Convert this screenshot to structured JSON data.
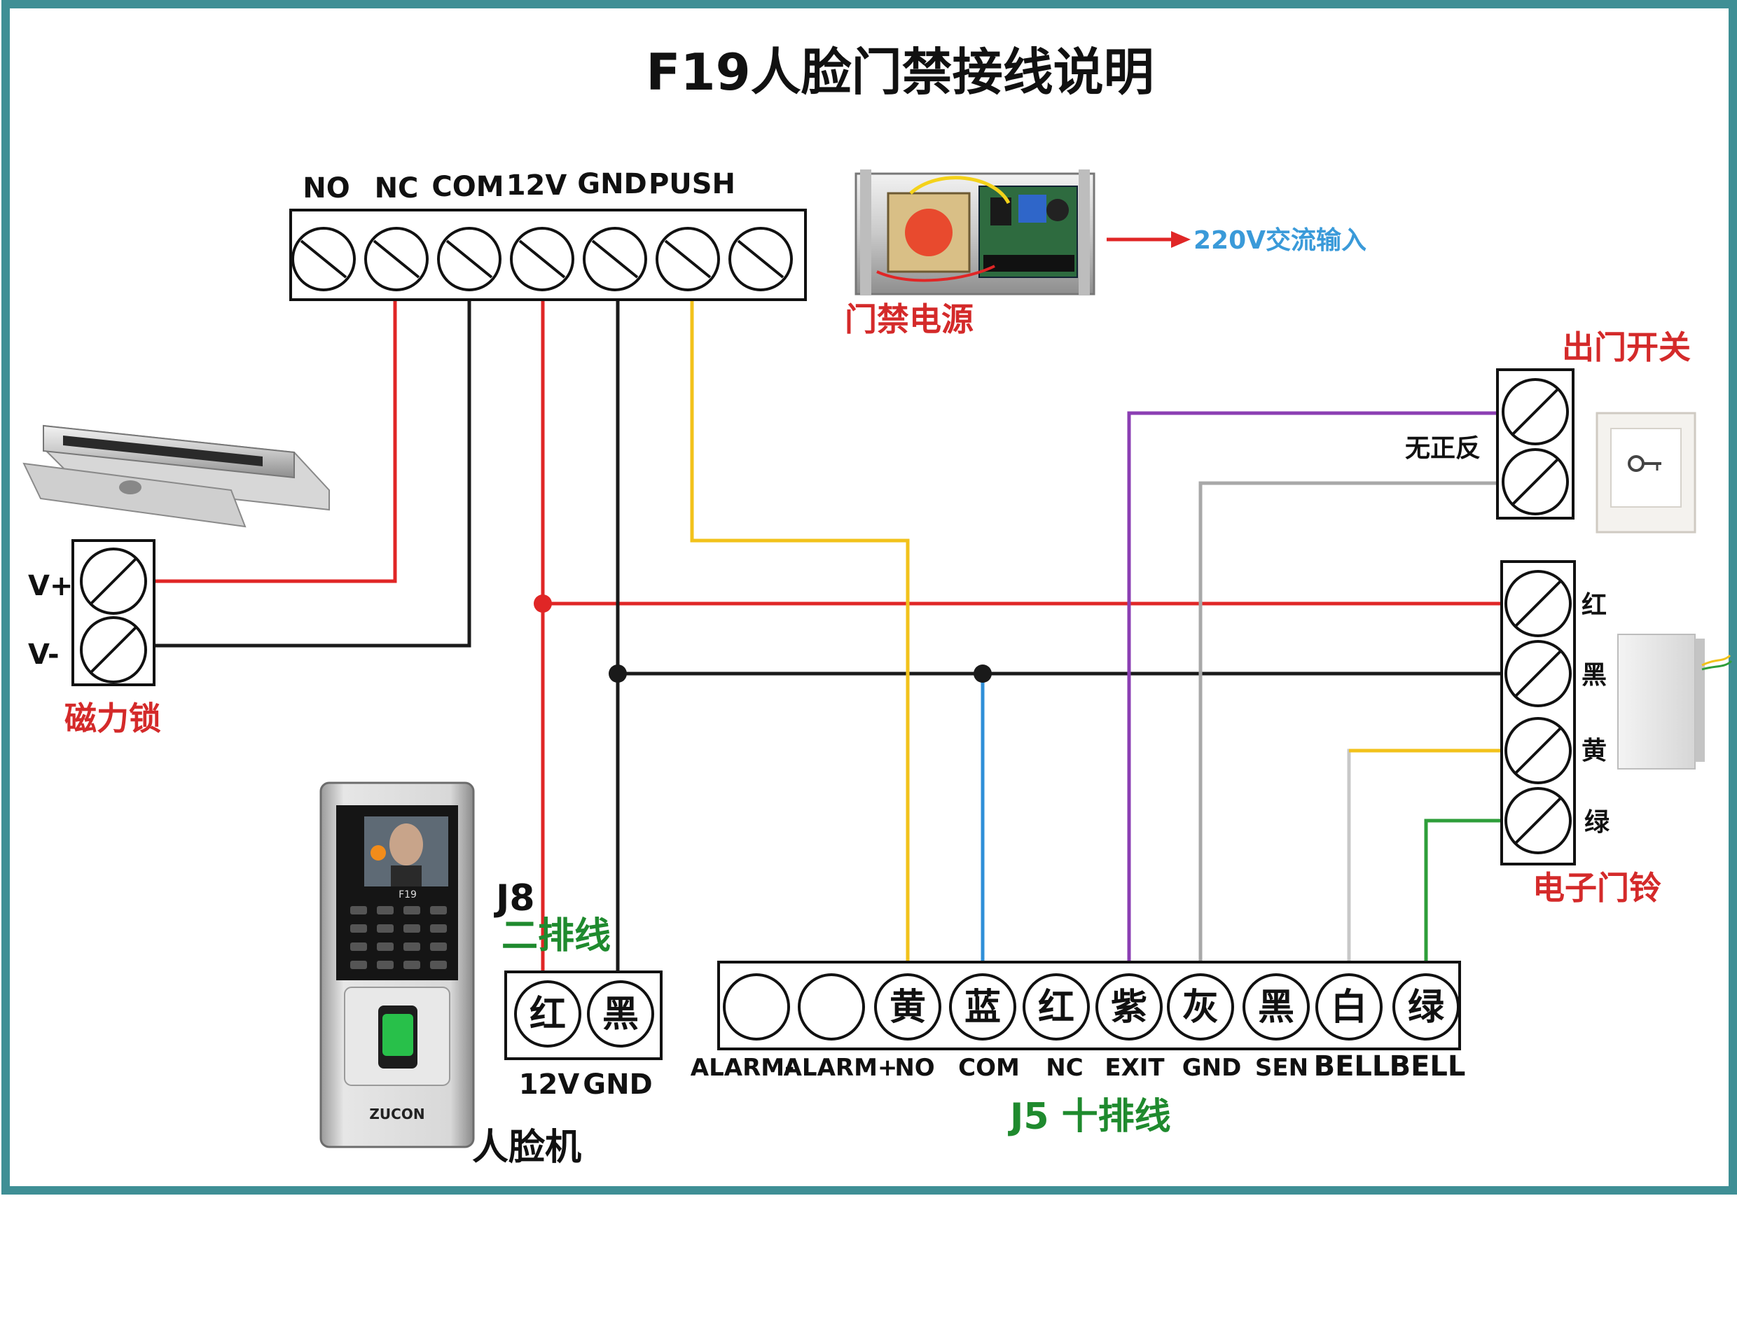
{
  "title": "F19人脸门禁接线说明",
  "power_supply": {
    "terminals": [
      "NO",
      "NC",
      "COM",
      "12V",
      "GND",
      "PUSH"
    ],
    "caption": "门禁电源",
    "input_label": "220V交流输入"
  },
  "mag_lock": {
    "caption": "磁力锁",
    "terminals": [
      "V+",
      "V-"
    ]
  },
  "exit_switch": {
    "caption": "出门开关",
    "side_label": "无正反"
  },
  "doorbell": {
    "caption": "电子门铃",
    "wires": [
      "红",
      "黑",
      "黄",
      "绿"
    ]
  },
  "face_device": {
    "caption": "人脸机",
    "screen_label": "F19",
    "brand": "ZUCON"
  },
  "j8": {
    "title": "J8",
    "subtitle": "二排线",
    "wires": [
      "红",
      "黑"
    ],
    "pins": [
      "12V",
      "GND"
    ]
  },
  "j5": {
    "title": "J5 十排线",
    "wires": [
      "",
      "",
      "黄",
      "蓝",
      "红",
      "紫",
      "灰",
      "黑",
      "白",
      "绿"
    ],
    "pins": [
      "ALARM-",
      "ALARM+",
      "NO",
      "COM",
      "NC",
      "EXIT",
      "GND",
      "SEN",
      "BELL",
      "BELL"
    ]
  },
  "colors": {
    "frame": "#3f8f95",
    "red_wire": "#e02626",
    "black_wire": "#1a1a1a",
    "yellow_wire": "#f2c21b",
    "blue_wire": "#2f8fd8",
    "purple_wire": "#8b3fb3",
    "gray_wire": "#a8a8a8",
    "green_wire": "#2e9e3a",
    "red_text": "#d42a2a",
    "green_text": "#1f8a2e"
  }
}
